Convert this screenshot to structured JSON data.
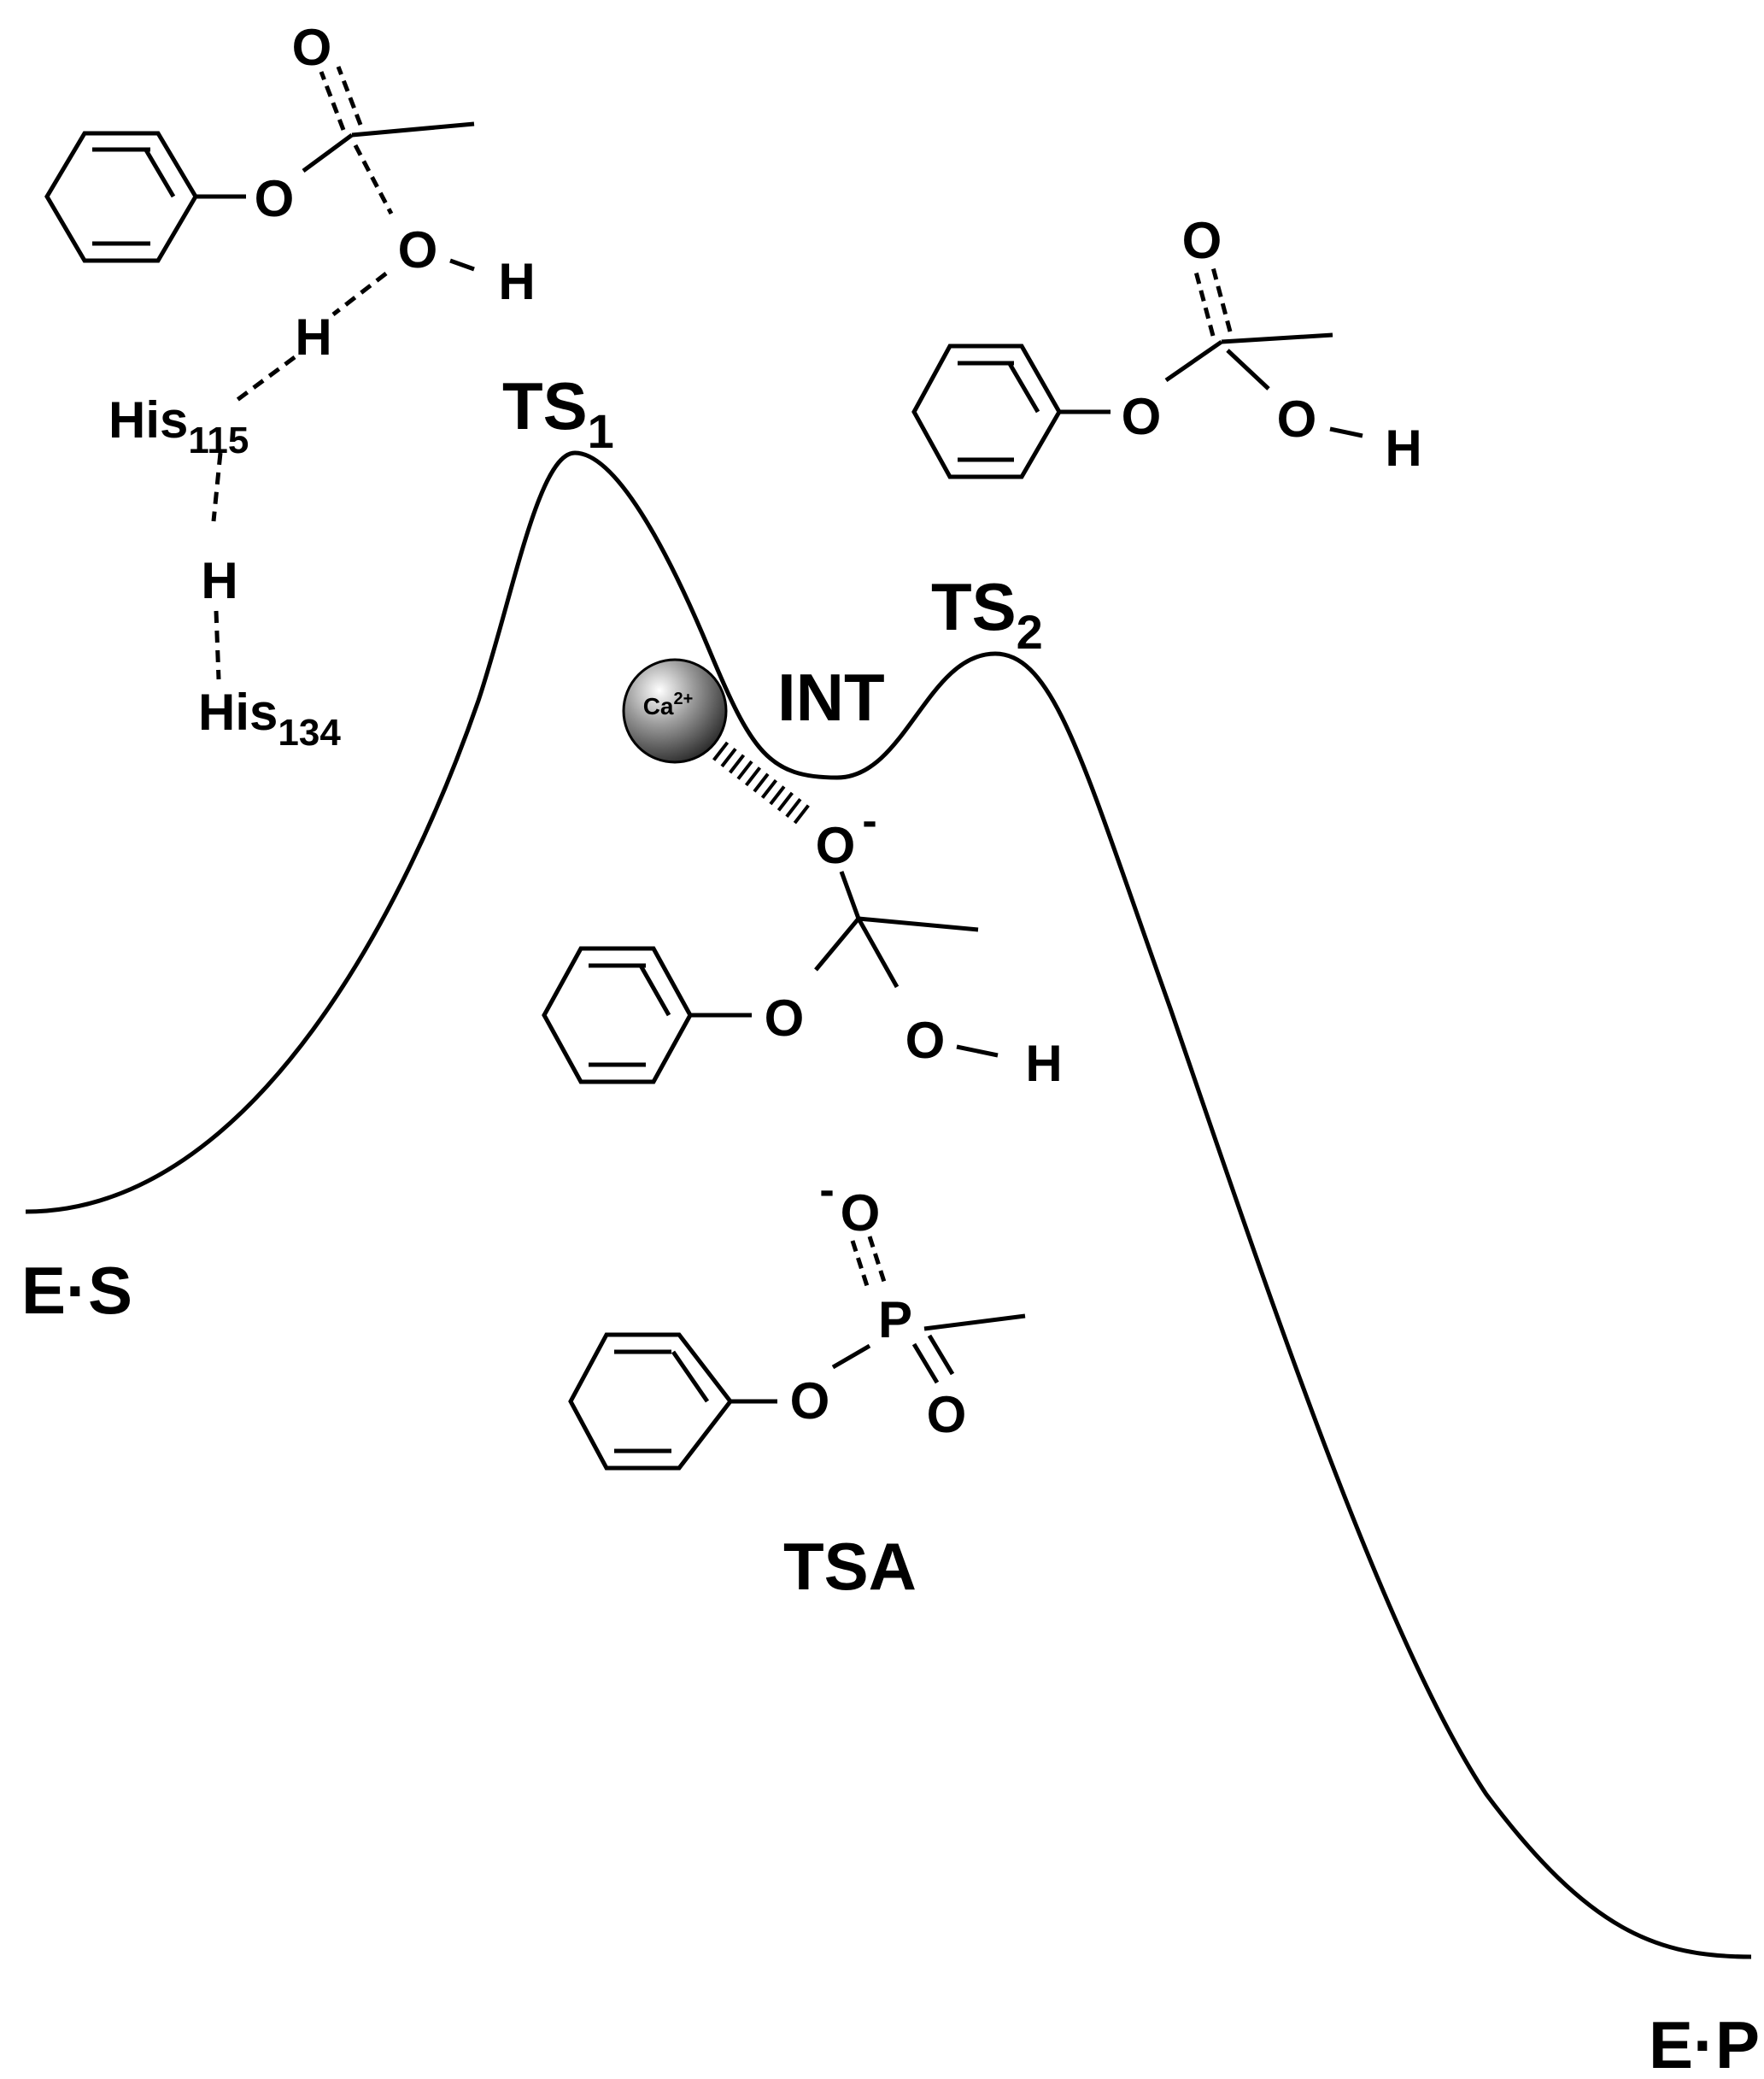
{
  "states": {
    "es": "E·S",
    "ts1": "TS",
    "ts1_sub": "1",
    "int": "INT",
    "ts2": "TS",
    "ts2_sub": "2",
    "ep": "E·P",
    "tsa": "TSA"
  },
  "residues": {
    "his115": "His",
    "his115_sub": "115",
    "his134": "His",
    "his134_sub": "134"
  },
  "atoms": {
    "o": "O",
    "h": "H",
    "p": "P",
    "minus": "-",
    "ca": "Ca",
    "ca_charge": "2+"
  }
}
